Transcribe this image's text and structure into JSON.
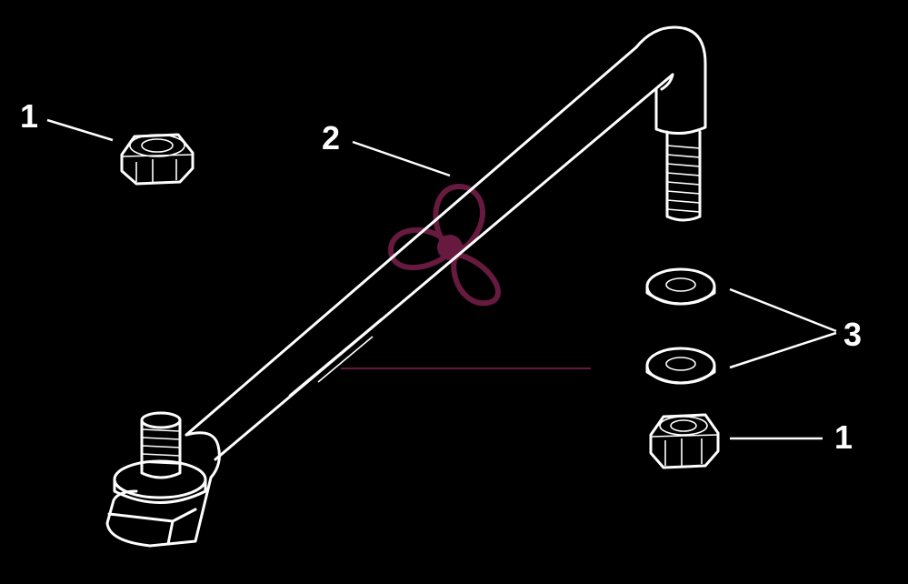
{
  "diagram": {
    "callouts": [
      {
        "id": "c1a",
        "label": "1"
      },
      {
        "id": "c2",
        "label": "2"
      },
      {
        "id": "c3",
        "label": "3"
      },
      {
        "id": "c1b",
        "label": "1"
      }
    ],
    "parts": [
      {
        "ref": "1",
        "icon": "lock-nut-icon"
      },
      {
        "ref": "2",
        "icon": "link-rod-icon"
      },
      {
        "ref": "3",
        "icon": "flat-washer-icon"
      }
    ],
    "watermark": {
      "icon": "propeller-logo-icon",
      "color": "#7a1f4a"
    },
    "colors": {
      "background": "#000000",
      "line": "#ffffff",
      "accent": "#7a1f4a"
    }
  }
}
